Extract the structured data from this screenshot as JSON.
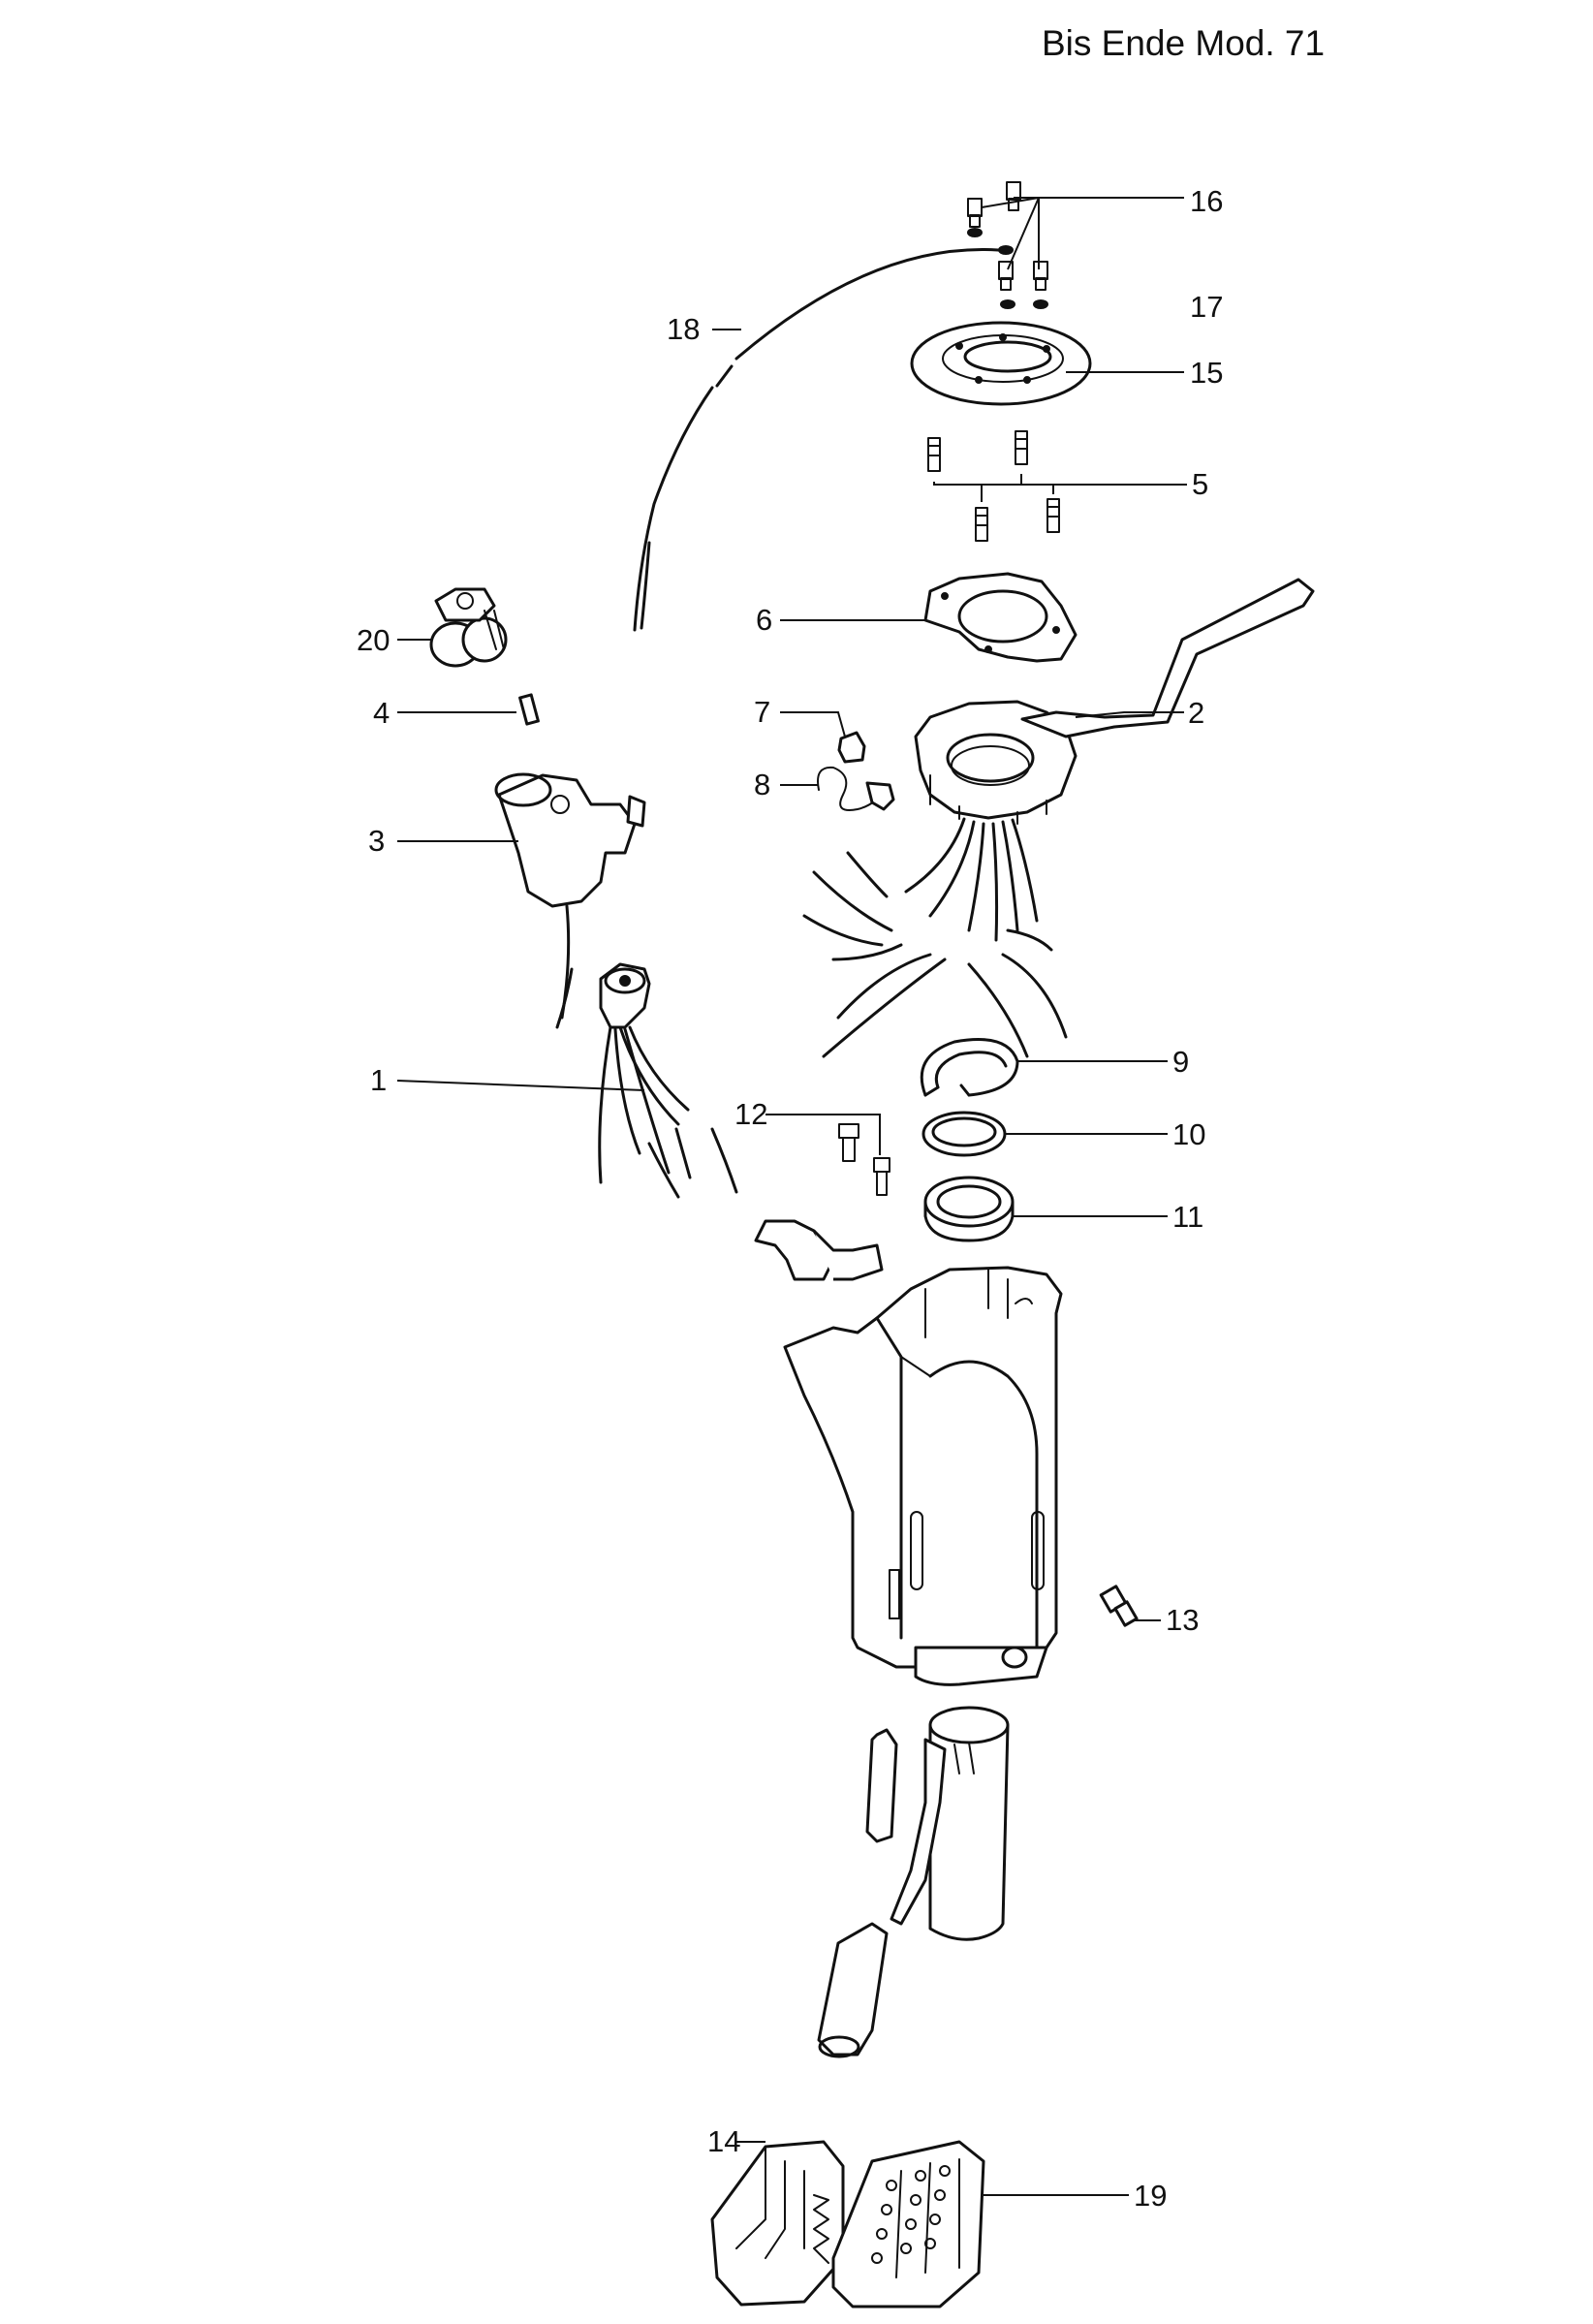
{
  "header": {
    "text": "Bis Ende Mod. 71"
  },
  "parts": [
    {
      "id": "1",
      "label": "1"
    },
    {
      "id": "2",
      "label": "2"
    },
    {
      "id": "3",
      "label": "3"
    },
    {
      "id": "4",
      "label": "4"
    },
    {
      "id": "5",
      "label": "5"
    },
    {
      "id": "6",
      "label": "6"
    },
    {
      "id": "7",
      "label": "7"
    },
    {
      "id": "8",
      "label": "8"
    },
    {
      "id": "9",
      "label": "9"
    },
    {
      "id": "10",
      "label": "10"
    },
    {
      "id": "11",
      "label": "11"
    },
    {
      "id": "12",
      "label": "12"
    },
    {
      "id": "13",
      "label": "13"
    },
    {
      "id": "14",
      "label": "14"
    },
    {
      "id": "15",
      "label": "15"
    },
    {
      "id": "16",
      "label": "16"
    },
    {
      "id": "17",
      "label": "17"
    },
    {
      "id": "18",
      "label": "18"
    },
    {
      "id": "19",
      "label": "19"
    },
    {
      "id": "20",
      "label": "20"
    }
  ]
}
